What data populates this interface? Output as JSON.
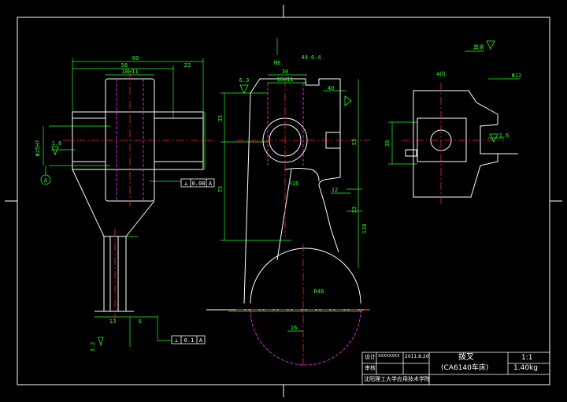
{
  "title_block": {
    "part_name": "拨叉",
    "part_subtitle": "(CA6140车床)",
    "scale": "1:1",
    "weight": "1.40kg",
    "row1_label": "设计",
    "row1_name": "XXXXXXXX",
    "row1_date": "2011.8.20",
    "row2_label": "审核",
    "school": "沈阳理工大学应用技术学院"
  },
  "view_label": "A向",
  "roughness_note": "其余",
  "datum_label": "A",
  "dimensions": {
    "top_width": "80",
    "top_inner": "58",
    "top_right": "22",
    "top_center": "18H11",
    "left_dia": "Φ25H7",
    "left_fit": "1.6",
    "tol_frame1": [
      "⊥",
      "0.08",
      "A"
    ],
    "tol_frame2": [
      "⊥",
      "0.1",
      "A"
    ],
    "mid_top_left": "6.3",
    "mid_top": "16H11",
    "mid_top_width": "30",
    "mid_keyway": "M8",
    "mid_right_top": "40",
    "mid_right_top2": "44-6.4",
    "mid_left_1": "35",
    "mid_left_2": "75",
    "mid_right_1": "55",
    "mid_right_2": "23",
    "mid_right_3": "130",
    "mid_r": "R16",
    "mid_12": "12",
    "mid_bottom_r": "R48",
    "mid_bottom_16": "16",
    "bottom_left": "13",
    "bottom_right": "6",
    "bottom_rough": "3.2",
    "side_top": "Φ12",
    "side_left": "30",
    "side_rough": "1.6"
  }
}
